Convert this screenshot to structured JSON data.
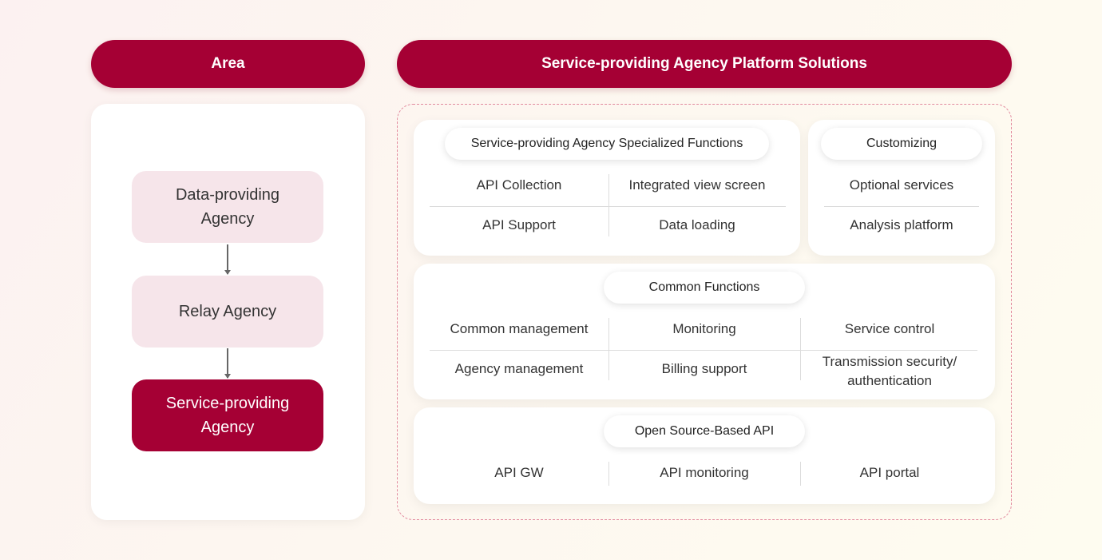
{
  "area": {
    "header": "Area",
    "agencies": [
      {
        "label": "Data-providing Agency",
        "line1": "Data-providing",
        "line2": "Agency"
      },
      {
        "label": "Relay Agency",
        "line1": "Relay Agency",
        "line2": ""
      },
      {
        "label": "Service-providing Agency",
        "line1": "Service-providing",
        "line2": "Agency"
      }
    ]
  },
  "solutions": {
    "header": "Service-providing Agency Platform Solutions",
    "specialized": {
      "title": "Service-providing Agency Specialized Functions",
      "items": [
        "API Collection",
        "Integrated view screen",
        "API Support",
        "Data loading"
      ]
    },
    "customizing": {
      "title": "Customizing",
      "items": [
        "Optional services",
        "Analysis platform"
      ]
    },
    "common": {
      "title": "Common Functions",
      "items": [
        "Common management",
        "Monitoring",
        "Service control",
        "Agency management",
        "Billing support",
        "Transmission security/",
        "authentication"
      ]
    },
    "open_source": {
      "title": "Open Source-Based API",
      "items": [
        "API GW",
        "API monitoring",
        "API portal"
      ]
    }
  },
  "colors": {
    "primary": "#a50034",
    "light_pink": "#f6e5ea",
    "dashed_border": "#e28a9e"
  }
}
